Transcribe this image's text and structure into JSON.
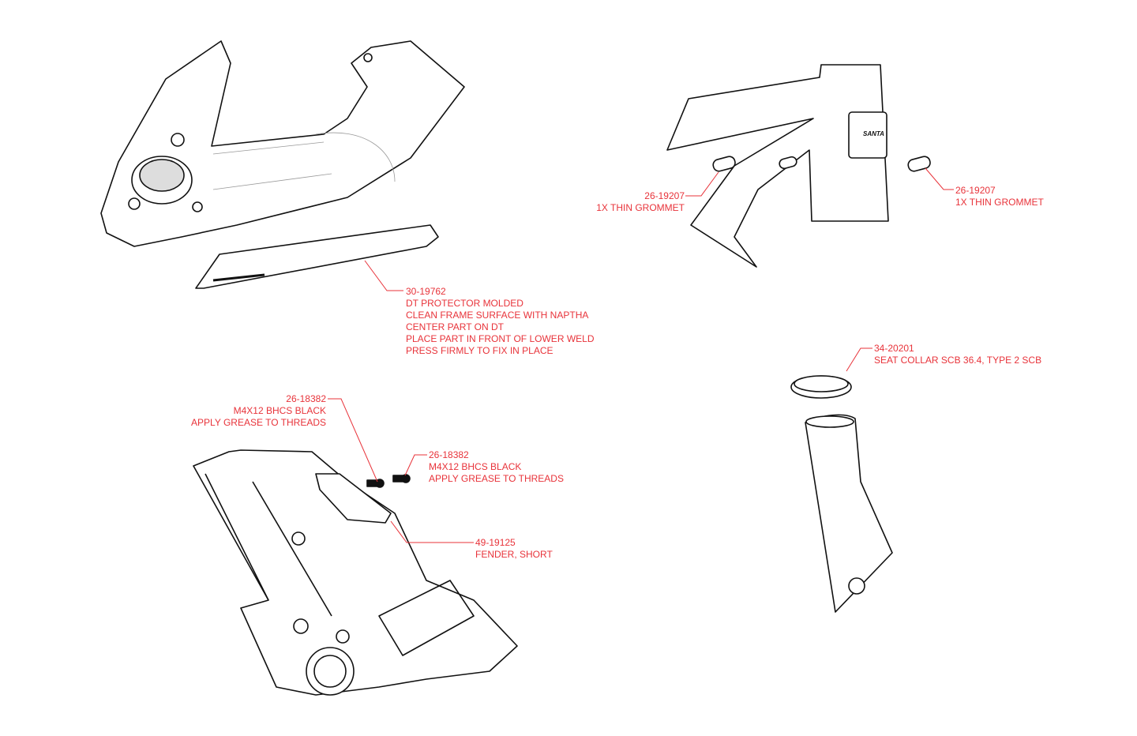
{
  "colors": {
    "callout": "#e8333a",
    "line": "#111111",
    "thin": "#9a9a9a"
  },
  "callouts": {
    "grommet_left": {
      "part": "26-19207",
      "lines": [
        "1X THIN GROMMET"
      ]
    },
    "grommet_right": {
      "part": "26-19207",
      "lines": [
        "1X THIN GROMMET"
      ]
    },
    "dt_protector": {
      "part": "30-19762",
      "lines": [
        "DT PROTECTOR MOLDED",
        "CLEAN FRAME SURFACE WITH NAPTHA",
        "CENTER PART ON DT",
        "PLACE PART IN FRONT OF LOWER WELD",
        "PRESS FIRMLY TO FIX IN PLACE"
      ]
    },
    "seat_collar": {
      "part": "34-20201",
      "lines": [
        "SEAT COLLAR SCB 36.4, TYPE 2 SCB"
      ]
    },
    "bolt_left": {
      "part": "26-18382",
      "lines": [
        "M4X12 BHCS BLACK",
        "APPLY GREASE TO THREADS"
      ]
    },
    "bolt_right": {
      "part": "26-18382",
      "lines": [
        "M4X12 BHCS BLACK",
        "APPLY GREASE TO THREADS"
      ]
    },
    "fender": {
      "part": "49-19125",
      "lines": [
        "FENDER, SHORT"
      ]
    }
  }
}
